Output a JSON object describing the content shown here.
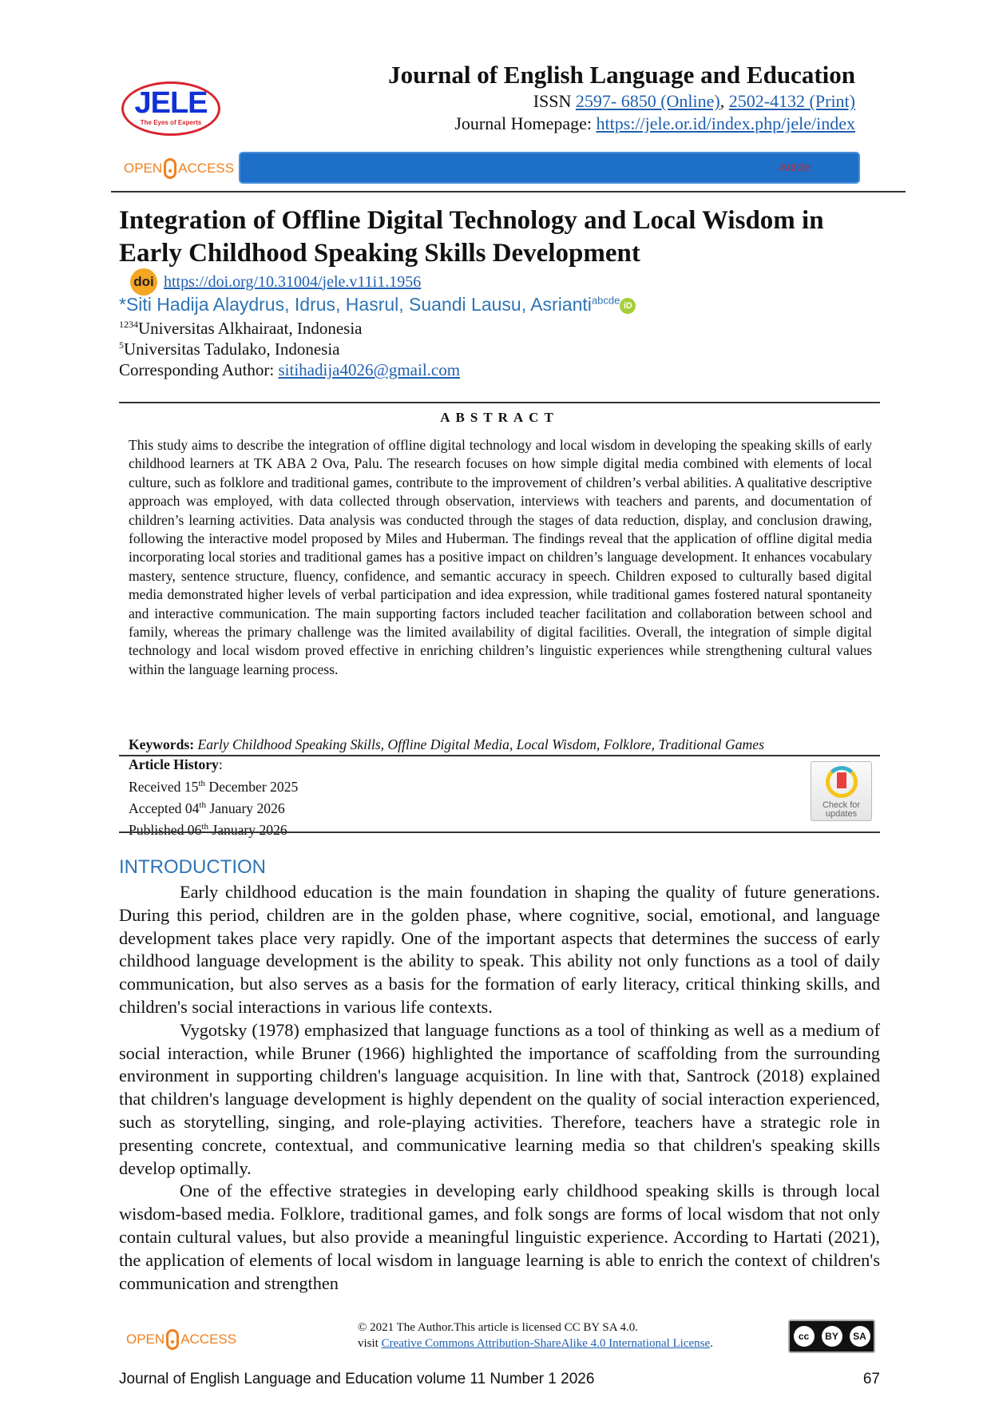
{
  "header": {
    "journal_title": "Journal of English Language and Education",
    "issn_label": "ISSN",
    "issn_online": "2597- 6850 (Online)",
    "issn_print": "2502-4132 (Print)",
    "homepage_label": "Journal Homepage:",
    "homepage_url": "https://jele.or.id/index.php/jele/index",
    "logo_text": "JELE",
    "logo_tagline": "The Eyes of Experts",
    "open_access_left": "OPEN",
    "open_access_right": "ACCESS",
    "article_type": "Article"
  },
  "article": {
    "title": "Integration of Offline Digital Technology and Local Wisdom in Early Childhood Speaking Skills Development",
    "doi_badge": "doi",
    "doi": "https://doi.org/10.31004/jele.v11i1.1956",
    "authors": "*Siti Hadija Alaydrus, Idrus, Hasrul, Suandi Lausu, Asrianti",
    "author_sup": "abcde",
    "orcid": "iD",
    "affil1_sup": "1234",
    "affil1": "Universitas Alkhairaat, Indonesia",
    "affil2_sup": "5",
    "affil2": "Universitas Tadulako, Indonesia",
    "corresponding_label": "Corresponding Author:",
    "corresponding_email": "sitihadija4026@gmail.com"
  },
  "abstract": {
    "heading": "ABSTRACT",
    "text": "This study aims to describe the integration of offline digital technology and local wisdom in developing the speaking skills of early childhood learners at TK ABA 2 Ova, Palu. The research focuses on how simple digital media combined with elements of local culture, such as folklore and traditional games, contribute to the improvement of children’s verbal abilities. A qualitative descriptive approach was employed, with data collected through observation, interviews with teachers and parents, and documentation of children’s learning activities. Data analysis was conducted through the stages of data reduction, display, and conclusion drawing, following the interactive model proposed by Miles and Huberman. The findings reveal that the application of offline digital media incorporating local stories and traditional games has a positive impact on children’s language development. It enhances vocabulary mastery, sentence structure, fluency, confidence, and semantic accuracy in speech. Children exposed to culturally based digital media demonstrated higher levels of verbal participation and idea expression, while traditional games fostered natural spontaneity and interactive communication. The main supporting factors included teacher facilitation and collaboration between school and family, whereas the primary challenge was the limited availability of digital facilities. Overall, the integration of simple digital technology and local wisdom proved effective in enriching children’s linguistic experiences while strengthening cultural values within the language learning process.",
    "keywords_label": "Keywords:",
    "keywords": "Early Childhood Speaking Skills, Offline Digital Media, Local Wisdom, Folklore, Traditional Games"
  },
  "history": {
    "label": "Article History",
    "received_pre": "Received 15",
    "received_sup": "th",
    "received_post": " December 2025",
    "accepted_pre": "Accepted 04",
    "accepted_sup": "th",
    "accepted_post": " January 2026",
    "published_pre": "Published 06",
    "published_sup": "th",
    "published_post": " January 2026",
    "check_label": "Check for updates"
  },
  "introduction": {
    "heading": "INTRODUCTION",
    "paragraphs": [
      "Early childhood education is the main foundation in shaping the quality of future generations. During this period, children are in the golden phase, where cognitive, social, emotional, and language development takes place very rapidly. One of the important aspects that determines the success of early childhood language development is the ability to speak. This ability not only functions as a tool of daily communication, but also serves as a basis for the formation of early literacy, critical thinking skills, and children's social interactions in various life contexts.",
      "Vygotsky (1978) emphasized that language functions as a tool of thinking as well as a medium of social interaction, while Bruner (1966) highlighted the importance of scaffolding from the surrounding environment in supporting children's language acquisition. In line with that, Santrock (2018) explained that children's language development is highly dependent on the quality of social interaction experienced, such as storytelling, singing, and role-playing activities. Therefore, teachers have a strategic role in presenting concrete, contextual, and communicative learning media so that children's speaking skills develop optimally.",
      "One of the effective strategies in developing early childhood speaking skills is through local wisdom-based media. Folklore, traditional games, and folk songs are forms of local wisdom that not only contain cultural values, but also provide a meaningful linguistic experience. According to Hartati (2021), the application of elements of local wisdom in language learning is able to enrich the context of children's communication and strengthen"
    ]
  },
  "license": {
    "line1": "© 2021 The Author.This article is licensed CC BY SA 4.0.",
    "visit": "visit",
    "link": "Creative Commons Attribution-ShareAlike 4.0 International License",
    "cc": "cc",
    "by": "BY",
    "sa": "SA"
  },
  "footer": {
    "journal_issue": "Journal of English Language and Education volume 11 Number 1 2026",
    "page_number": "67"
  }
}
